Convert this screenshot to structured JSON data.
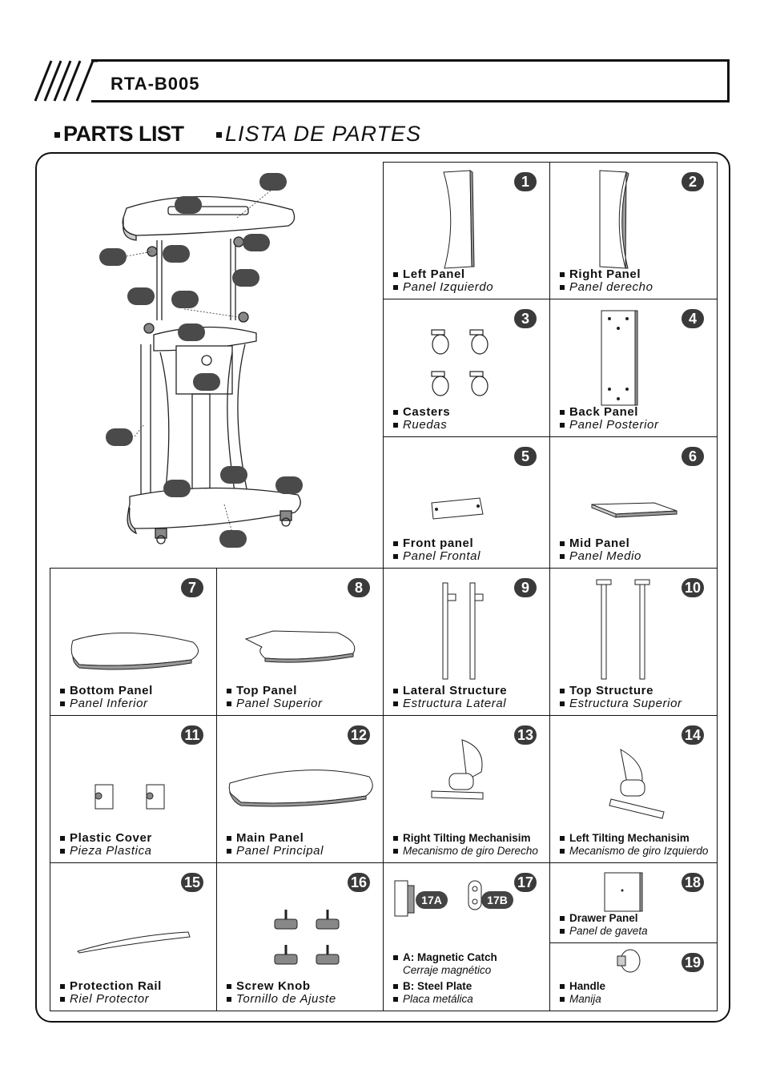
{
  "header": {
    "model": "RTA-B005"
  },
  "section": {
    "title_en": "PARTS LIST",
    "title_es": "LISTA DE PARTES"
  },
  "parts": [
    {
      "num": "1",
      "en": "Left Panel",
      "es": "Panel Izquierdo"
    },
    {
      "num": "2",
      "en": "Right Panel",
      "es": "Panel derecho"
    },
    {
      "num": "3",
      "en": "Casters",
      "es": "Ruedas"
    },
    {
      "num": "4",
      "en": "Back Panel",
      "es": "Panel Posterior"
    },
    {
      "num": "5",
      "en": "Front panel",
      "es": "Panel Frontal"
    },
    {
      "num": "6",
      "en": "Mid Panel",
      "es": "Panel Medio"
    },
    {
      "num": "7",
      "en": "Bottom Panel",
      "es": "Panel Inferior"
    },
    {
      "num": "8",
      "en": "Top Panel",
      "es": "Panel Superior"
    },
    {
      "num": "9",
      "en": "Lateral Structure",
      "es": "Estructura Lateral"
    },
    {
      "num": "10",
      "en": "Top Structure",
      "es": "Estructura Superior"
    },
    {
      "num": "11",
      "en": "Plastic Cover",
      "es": "Pieza Plastica"
    },
    {
      "num": "12",
      "en": "Main Panel",
      "es": "Panel Principal"
    },
    {
      "num": "13",
      "en": "Right Tilting Mechanisim",
      "es": "Mecanismo de giro Derecho"
    },
    {
      "num": "14",
      "en": "Left Tilting Mechanisim",
      "es": "Mecanismo de giro Izquierdo"
    },
    {
      "num": "15",
      "en": "Protection Rail",
      "es": "Riel Protector"
    },
    {
      "num": "16",
      "en": "Screw Knob",
      "es": "Tornillo de Ajuste"
    },
    {
      "num": "17",
      "en_a": "A: Magnetic Catch",
      "es_a": "Cerraje magnético",
      "en_b": "B: Steel Plate",
      "es_b": "Placa metálica",
      "badge_a": "17A",
      "badge_b": "17B"
    },
    {
      "num": "18",
      "en": "Drawer Panel",
      "es": "Panel de gaveta"
    },
    {
      "num": "19",
      "en": "Handle",
      "es": "Manija"
    }
  ]
}
